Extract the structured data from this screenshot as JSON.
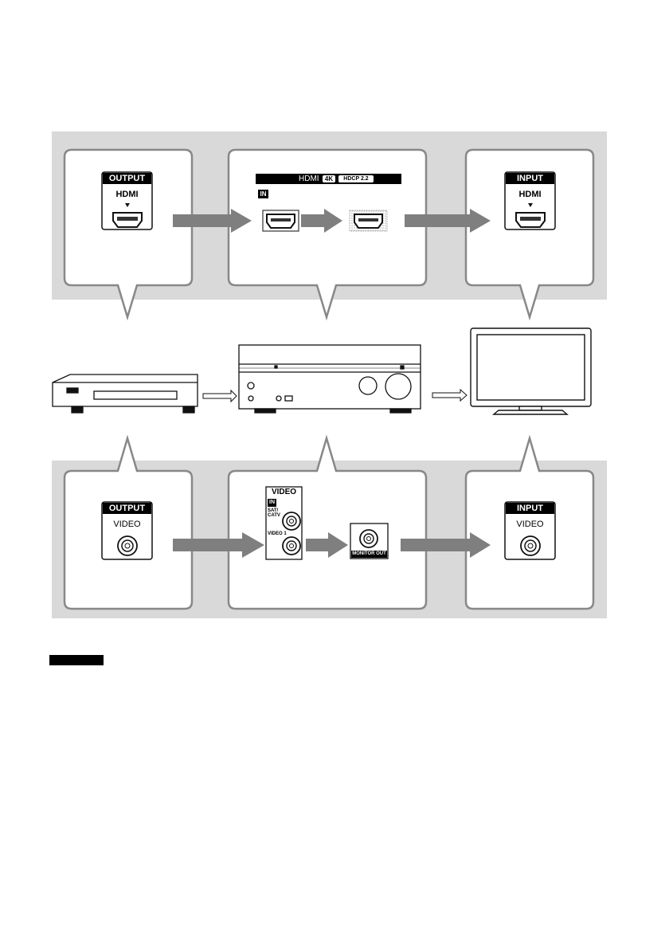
{
  "top_panels": {
    "source": {
      "header": "OUTPUT",
      "port": "HDMI"
    },
    "receiver": {
      "strip_label": "HDMI",
      "badge_4k": "4K",
      "badge_hdcp": "HDCP 2.2",
      "in_label": "IN"
    },
    "tv": {
      "header": "INPUT",
      "port": "HDMI"
    }
  },
  "bottom_panels": {
    "source": {
      "header": "OUTPUT",
      "port": "VIDEO"
    },
    "receiver": {
      "header": "VIDEO",
      "in_label": "IN",
      "jack1": "SAT/\nCATV",
      "jack2": "VIDEO 1",
      "monitor_out": "MONITOR OUT"
    },
    "tv": {
      "header": "INPUT",
      "port": "VIDEO"
    }
  },
  "colors": {
    "band": "#d9d9d9",
    "arrow": "#7f7f7f",
    "outline": "#222222"
  }
}
